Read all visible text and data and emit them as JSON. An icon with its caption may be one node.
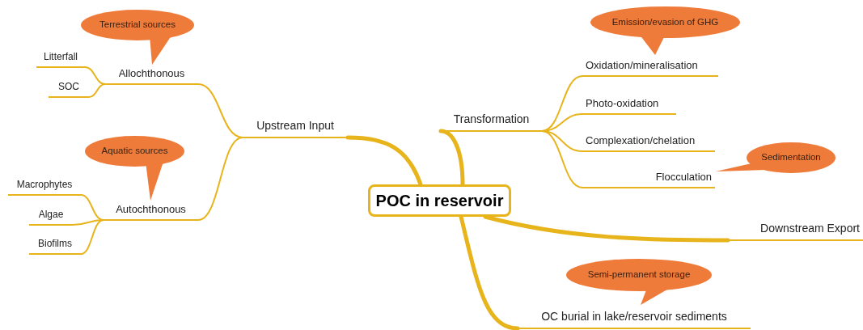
{
  "diagram": {
    "nodes": [
      {
        "text": [
          "POC in reservoir"
        ]
      },
      {
        "text": [
          "Upstream Input"
        ]
      },
      {
        "text": [
          "Allochthonous"
        ]
      },
      {
        "text": [
          "Litterfall"
        ]
      },
      {
        "text": [
          "SOC"
        ]
      },
      {
        "text": [
          "Autochthonous"
        ]
      },
      {
        "text": [
          "Macrophytes"
        ]
      },
      {
        "text": [
          "Algae"
        ]
      },
      {
        "text": [
          "Biofilms"
        ]
      },
      {
        "text": [
          "Transformation"
        ]
      },
      {
        "text": [
          "Oxidation/mineralisation"
        ]
      },
      {
        "text": [
          "Photo-oxidation"
        ]
      },
      {
        "text": [
          "Complexation/chelation"
        ]
      },
      {
        "text": [
          "Flocculation"
        ]
      },
      {
        "text": [
          "Downstream Export"
        ]
      },
      {
        "text": [
          "OC burial in lake/reservoir sediments"
        ]
      },
      {
        "text": [
          "Terrestrial sources"
        ]
      },
      {
        "text": [
          "Aquatic sources"
        ]
      },
      {
        "text": [
          "Emission/evasion of GHG"
        ]
      },
      {
        "text": [
          "Sedimentation"
        ]
      },
      {
        "text": [
          "Semi-permanent storage"
        ]
      }
    ],
    "edges": [
      {
        "from": 0,
        "to": 1,
        "arrow": "none",
        "style": "thick"
      },
      {
        "from": 1,
        "to": 2,
        "arrow": "none"
      },
      {
        "from": 2,
        "to": 3,
        "arrow": "none"
      },
      {
        "from": 2,
        "to": 4,
        "arrow": "none"
      },
      {
        "from": 1,
        "to": 5,
        "arrow": "none"
      },
      {
        "from": 5,
        "to": 6,
        "arrow": "none"
      },
      {
        "from": 5,
        "to": 7,
        "arrow": "none"
      },
      {
        "from": 5,
        "to": 8,
        "arrow": "none"
      },
      {
        "from": 0,
        "to": 9,
        "arrow": "none",
        "style": "thick"
      },
      {
        "from": 9,
        "to": 10,
        "arrow": "none"
      },
      {
        "from": 9,
        "to": 11,
        "arrow": "none"
      },
      {
        "from": 9,
        "to": 12,
        "arrow": "none"
      },
      {
        "from": 9,
        "to": 13,
        "arrow": "none"
      },
      {
        "from": 0,
        "to": 14,
        "arrow": "none",
        "style": "thick"
      },
      {
        "from": 0,
        "to": 15,
        "arrow": "none",
        "style": "thick"
      }
    ]
  }
}
